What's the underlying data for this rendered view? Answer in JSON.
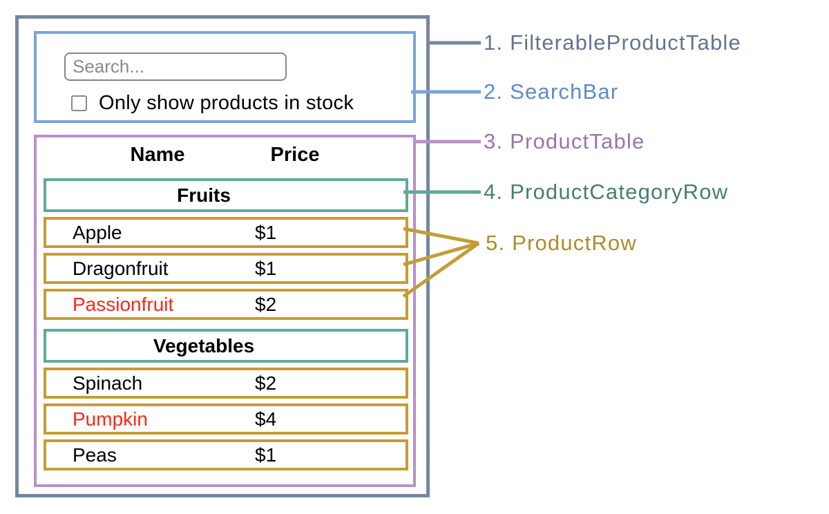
{
  "search_bar": {
    "input_placeholder": "Search...",
    "input_value": "",
    "checkbox_label": "Only show products in stock",
    "checkbox_checked": false
  },
  "product_table": {
    "headers": {
      "name": "Name",
      "price": "Price"
    },
    "rows": [
      {
        "type": "category",
        "label": "Fruits"
      },
      {
        "type": "product",
        "name": "Apple",
        "price": "$1",
        "in_stock": true
      },
      {
        "type": "product",
        "name": "Dragonfruit",
        "price": "$1",
        "in_stock": true
      },
      {
        "type": "product",
        "name": "Passionfruit",
        "price": "$2",
        "in_stock": false
      },
      {
        "type": "category",
        "label": "Vegetables"
      },
      {
        "type": "product",
        "name": "Spinach",
        "price": "$2",
        "in_stock": true
      },
      {
        "type": "product",
        "name": "Pumpkin",
        "price": "$4",
        "in_stock": false
      },
      {
        "type": "product",
        "name": "Peas",
        "price": "$1",
        "in_stock": true
      }
    ]
  },
  "callouts": [
    {
      "label": "1. FilterableProductTable",
      "color": "#64748f"
    },
    {
      "label": "2. SearchBar",
      "color": "#5d8bc3"
    },
    {
      "label": "3. ProductTable",
      "color": "#9873b2"
    },
    {
      "label": "4. ProductCategoryRow",
      "color": "#457f72"
    },
    {
      "label": "5. ProductRow",
      "color": "#ab8b2c"
    }
  ],
  "colors": {
    "outer_border": "#7586a1",
    "searchbar_border": "#7aa4da",
    "table_border": "#b890cb",
    "category_border": "#62a89b",
    "product_border": "#c59c35",
    "out_of_stock_text": "#f42a17"
  }
}
